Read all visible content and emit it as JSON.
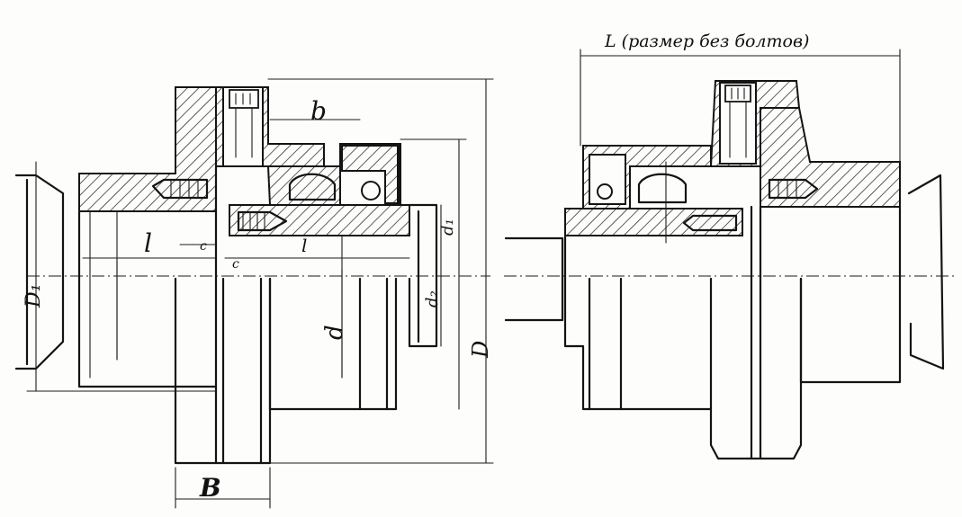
{
  "labels": {
    "dim_b_top": "b",
    "dim_l_left": "l",
    "dim_c_upper": "c",
    "dim_c_lower": "c",
    "dim_l_center": "l",
    "dim_d1": "d₁",
    "dim_d2": "d₂",
    "dim_d": "d",
    "dim_D": "D",
    "dim_D1": "D₁",
    "dim_B": "B",
    "dim_L": "L (размер без болтов)"
  }
}
